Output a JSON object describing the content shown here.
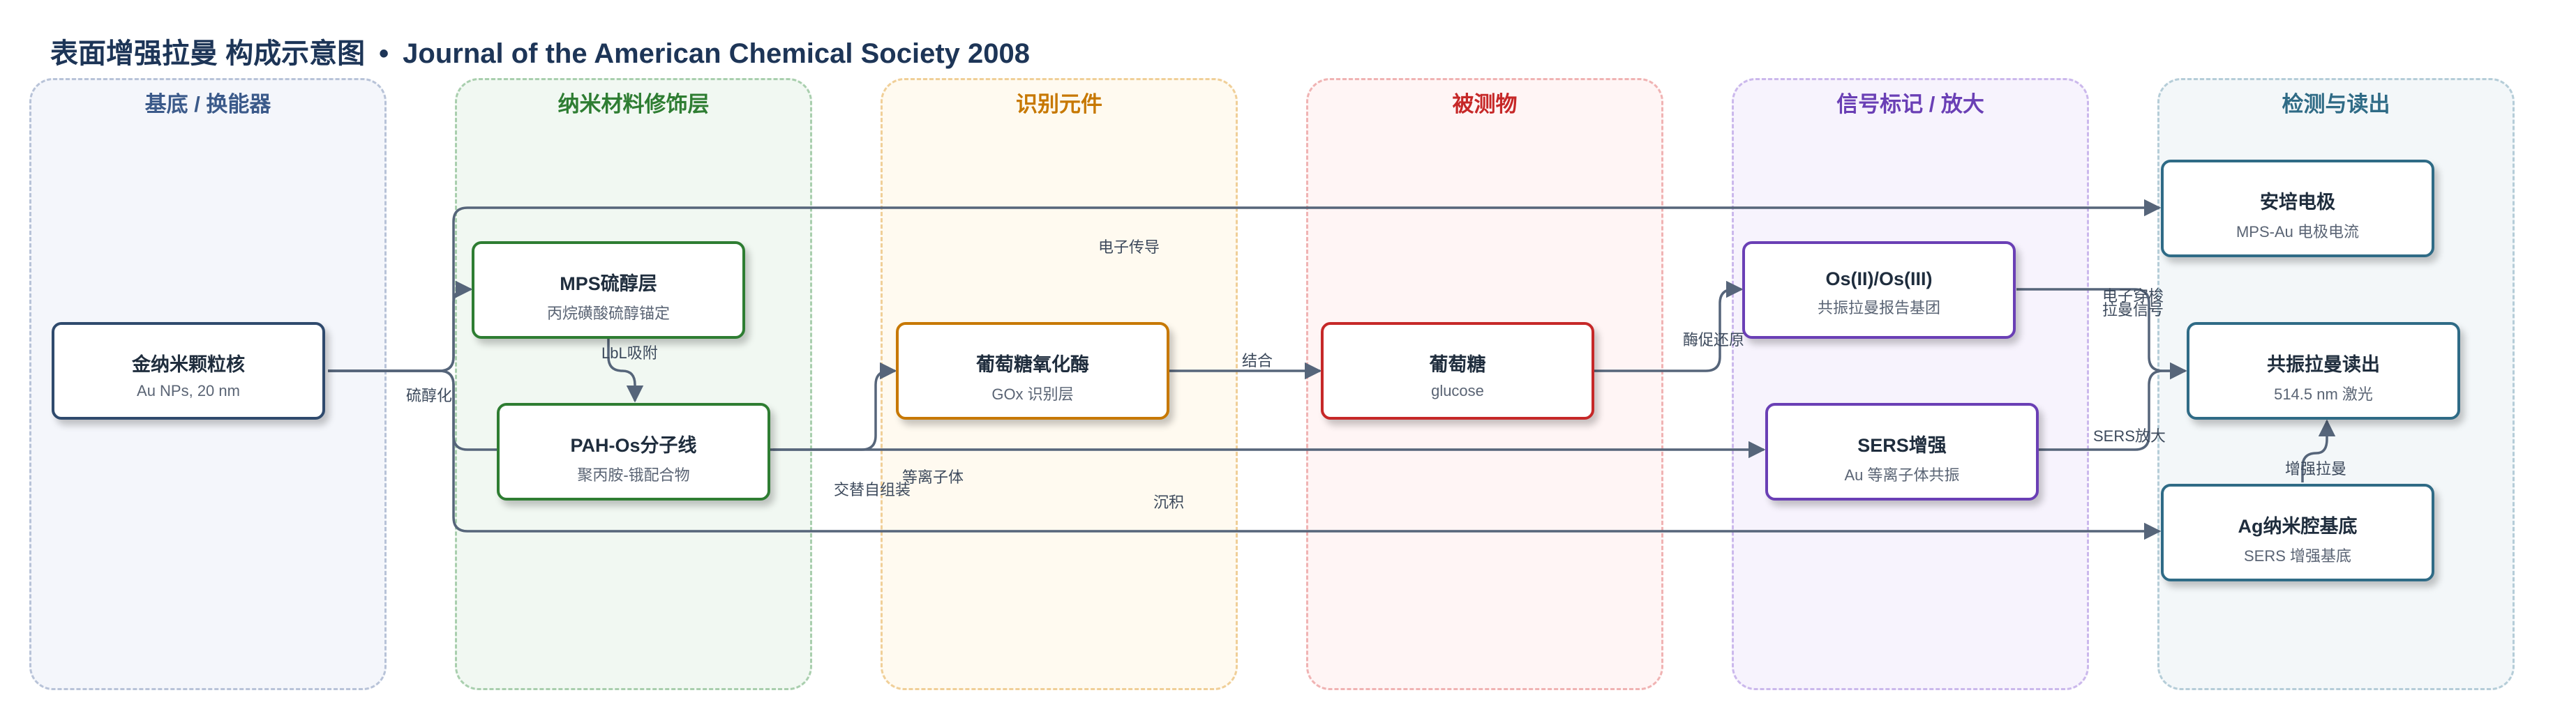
{
  "title": {
    "main": "表面增强拉曼 构成示意图",
    "separator": "•",
    "source": "Journal of the American Chemical Society 2008"
  },
  "lanes": [
    {
      "title": "基底 / 换能器",
      "color": "#3b5a8a",
      "fill": "#f4f6fb",
      "border": "#b8c3d8"
    },
    {
      "title": "纳米材料修饰层",
      "color": "#2e7d32",
      "fill": "#f1f8f2",
      "border": "#a9cfae"
    },
    {
      "title": "识别元件",
      "color": "#c77800",
      "fill": "#fffaf0",
      "border": "#f0cf98"
    },
    {
      "title": "被测物",
      "color": "#c62828",
      "fill": "#fff5f5",
      "border": "#f0b3b3"
    },
    {
      "title": "信号标记 / 放大",
      "color": "#6a3fb5",
      "fill": "#f7f3fd",
      "border": "#cbb8ec"
    },
    {
      "title": "检测与读出",
      "color": "#2f6b86",
      "fill": "#f3f7f9",
      "border": "#b5cdd8"
    }
  ],
  "nodes": {
    "gold_core": {
      "title": "金纳米颗粒核",
      "subtitle": "Au NPs, 20 nm",
      "color": "#2f4a6d"
    },
    "mps": {
      "title": "MPS硫醇层",
      "subtitle": "丙烷磺酸硫醇锚定",
      "color": "#2e7d32"
    },
    "pah_os": {
      "title": "PAH-Os分子线",
      "subtitle": "聚丙胺-锇配合物",
      "color": "#2e7d32"
    },
    "gox": {
      "title": "葡萄糖氧化酶",
      "subtitle": "GOx 识别层",
      "color": "#c77800"
    },
    "glucose": {
      "title": "葡萄糖",
      "subtitle": "glucose",
      "color": "#c62828"
    },
    "os_redox": {
      "title": "Os(II)/Os(III)",
      "subtitle": "共振拉曼报告基团",
      "color": "#6a3fb5"
    },
    "sers_enh": {
      "title": "SERS增强",
      "subtitle": "Au 等离子体共振",
      "color": "#6a3fb5"
    },
    "amperometric": {
      "title": "安培电极",
      "subtitle": "MPS-Au 电极电流",
      "color": "#2f6b86"
    },
    "rr_readout": {
      "title": "共振拉曼读出",
      "subtitle": "514.5 nm 激光",
      "color": "#2f6b86"
    },
    "ag_cavity": {
      "title": "Ag纳米腔基底",
      "subtitle": "SERS 增强基底",
      "color": "#2f6b86"
    }
  },
  "edge_labels": {
    "thiolation": "硫醇化",
    "lbl": "LbL吸附",
    "electron_transfer": "电子传导",
    "alternating": "交替自组装",
    "plasmon": "等离子体",
    "deposition": "沉积",
    "binding": "结合",
    "enzyme_reduction": "酶促还原",
    "electron_tunnel": "电子穿梭",
    "raman_signal": "拉曼信号",
    "sers_amp": "SERS放大",
    "enhanced_raman": "增强拉曼"
  },
  "edge_color": "#56657a"
}
